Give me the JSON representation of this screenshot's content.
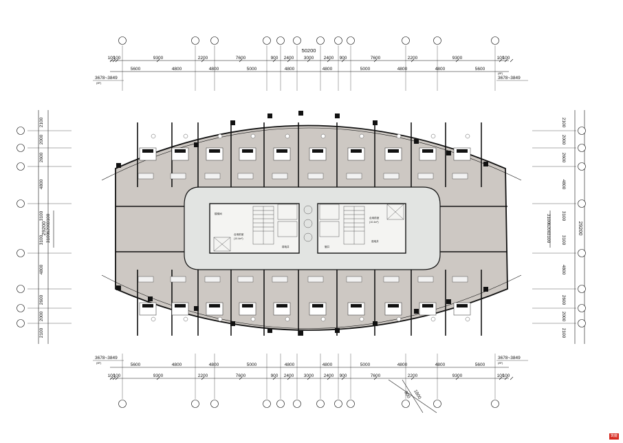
{
  "plan": {
    "overall_width": "50200",
    "overall_depth": "29200",
    "elevation_note": "3678~3849",
    "elevation_note_sub": "(8F)"
  },
  "dims": {
    "top_row1": [
      "100",
      "100",
      "9300",
      "2200",
      "7600",
      "900",
      "2400",
      "3000",
      "2400",
      "900",
      "7600",
      "2200",
      "9300",
      "100",
      "100"
    ],
    "top_row2": [
      "5600",
      "4800",
      "4800",
      "5000",
      "4800",
      "4800",
      "5000",
      "4800",
      "4800",
      "5600"
    ],
    "bottom_row1": [
      "5600",
      "4800",
      "4800",
      "5000",
      "4800",
      "4800",
      "5000",
      "4800",
      "4800",
      "5600"
    ],
    "bottom_row2": [
      "100",
      "100",
      "9300",
      "2200",
      "7600",
      "900",
      "2400",
      "3000",
      "2400",
      "900",
      "7600",
      "2200",
      "9300",
      "100",
      "100"
    ],
    "side_outer": [
      "2100",
      "2000",
      "2600",
      "4800",
      "3100",
      "3100",
      "4800",
      "2600",
      "2000",
      "2100"
    ],
    "side_inner": [
      "3100",
      "6200",
      "3100"
    ],
    "diagonal": [
      "900",
      "1800"
    ]
  },
  "rooms": {
    "stair_left": "楼梯间",
    "shaft_left": "合用前室",
    "shaft_left_area": "(10.4m²)",
    "shaft_right": "合用前室",
    "shaft_right_area": "(10.4m²)",
    "equip": "强电井",
    "weak": "弱电井",
    "pipe": "管井"
  },
  "grid_marker": "(grid)",
  "colors": {
    "room_fill": "#cdc8c3",
    "corridor_fill": "#e2e4e2",
    "line": "#111111",
    "logo_red": "#d6291f"
  },
  "logo_text": "筑龍"
}
